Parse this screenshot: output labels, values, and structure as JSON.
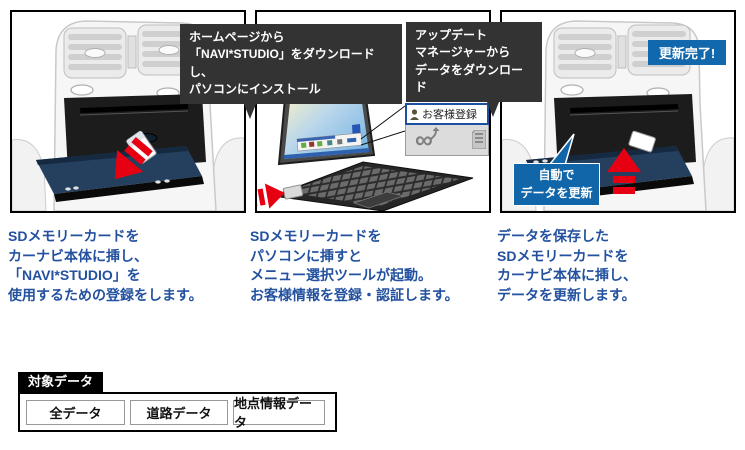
{
  "steps": [
    {
      "bubble": "ホームページから\n「NAVI*STUDIO」をダウンロードし、\nパソコンにインストール",
      "caption": "SDメモリーカードを\nカーナビ本体に挿し、\n「NAVI*STUDIO」を\n使用するための登録をします。"
    },
    {
      "bubble": "アップデート\nマネージャーから\nデータをダウンロード",
      "caption": "SDメモリーカードを\nパソコンに挿すと\nメニュー選択ツールが起動。\nお客様情報を登録・認証します。",
      "registration_button": "お客様登録"
    },
    {
      "badge": "更新完了!",
      "bubble": "自動で\nデータを更新",
      "caption": "データを保存した\nSDメモリーカードを\nカーナビ本体に挿し、\nデータを更新します。"
    }
  ],
  "target_data": {
    "label": "対象データ",
    "buttons": [
      {
        "label": "全データ"
      },
      {
        "label": "道路データ"
      },
      {
        "label": "地点情報データ"
      }
    ]
  },
  "icons": {
    "infinity_logo": "∞",
    "sd_card": "sd-card-icon",
    "person": "person-icon"
  },
  "colors": {
    "accent_blue": "#1166a9",
    "badge_blue": "#1268ad",
    "bubble_dark": "#333333",
    "caption_text": "#23519f",
    "arrow_red": "#e60012",
    "tray_navy": "#24405e"
  }
}
